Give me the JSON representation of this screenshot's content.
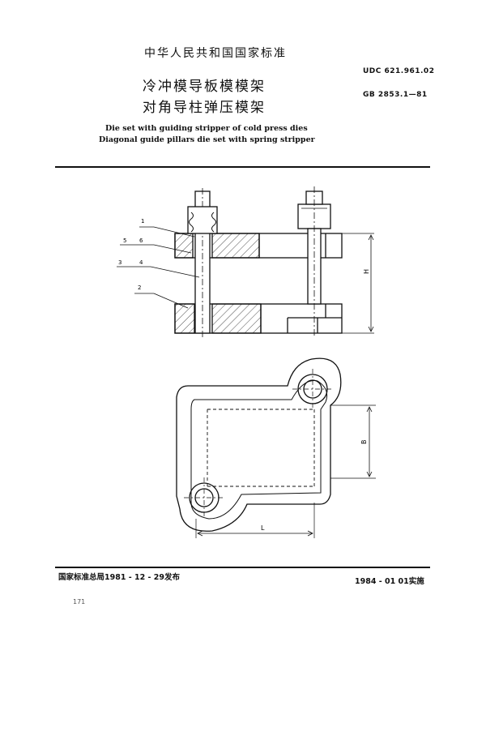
{
  "header": {
    "national_standard": "中华人民共和国国家标准",
    "title_line1": "冷冲模导板模模架",
    "title_line2": "对角导柱弹压模架",
    "udc": "UDC 621.961.02",
    "gb_number": "GB 2853.1—81",
    "english_line1": "Die set with guiding stripper of cold press dies",
    "english_line2": "Diagonal guide pillars die set with spring stripper"
  },
  "drawing": {
    "callouts": [
      "1",
      "5",
      "6",
      "3",
      "4",
      "2"
    ],
    "dimensions": {
      "height": "H",
      "width": "B",
      "length": "L"
    }
  },
  "footer": {
    "issued": "国家标准总局1981 - 12 - 29发布",
    "effective": "1984 - 01   01实施",
    "page": "171"
  }
}
